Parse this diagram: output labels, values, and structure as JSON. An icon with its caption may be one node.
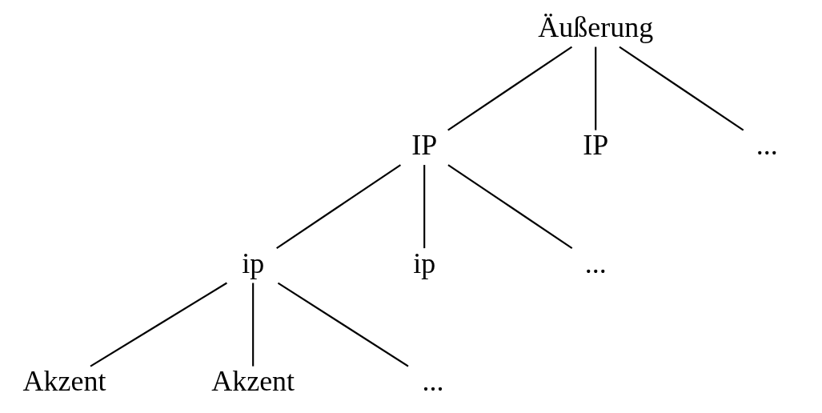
{
  "diagram": {
    "nodes": [
      {
        "text": [
          "Äußerung"
        ]
      },
      {
        "text": [
          "IP"
        ]
      },
      {
        "text": [
          "IP"
        ]
      },
      {
        "text": [
          "..."
        ]
      },
      {
        "text": [
          "ip"
        ]
      },
      {
        "text": [
          "ip"
        ]
      },
      {
        "text": [
          "..."
        ]
      },
      {
        "text": [
          "Akzent"
        ]
      },
      {
        "text": [
          "Akzent"
        ]
      },
      {
        "text": [
          "..."
        ]
      }
    ],
    "edges": [
      {
        "from": 0,
        "to": 1,
        "arrow": "none"
      },
      {
        "from": 0,
        "to": 2,
        "arrow": "none"
      },
      {
        "from": 0,
        "to": 3,
        "arrow": "none"
      },
      {
        "from": 1,
        "to": 4,
        "arrow": "none"
      },
      {
        "from": 1,
        "to": 5,
        "arrow": "none"
      },
      {
        "from": 1,
        "to": 6,
        "arrow": "none"
      },
      {
        "from": 4,
        "to": 7,
        "arrow": "none"
      },
      {
        "from": 4,
        "to": 8,
        "arrow": "none"
      },
      {
        "from": 4,
        "to": 9,
        "arrow": "none"
      }
    ]
  }
}
